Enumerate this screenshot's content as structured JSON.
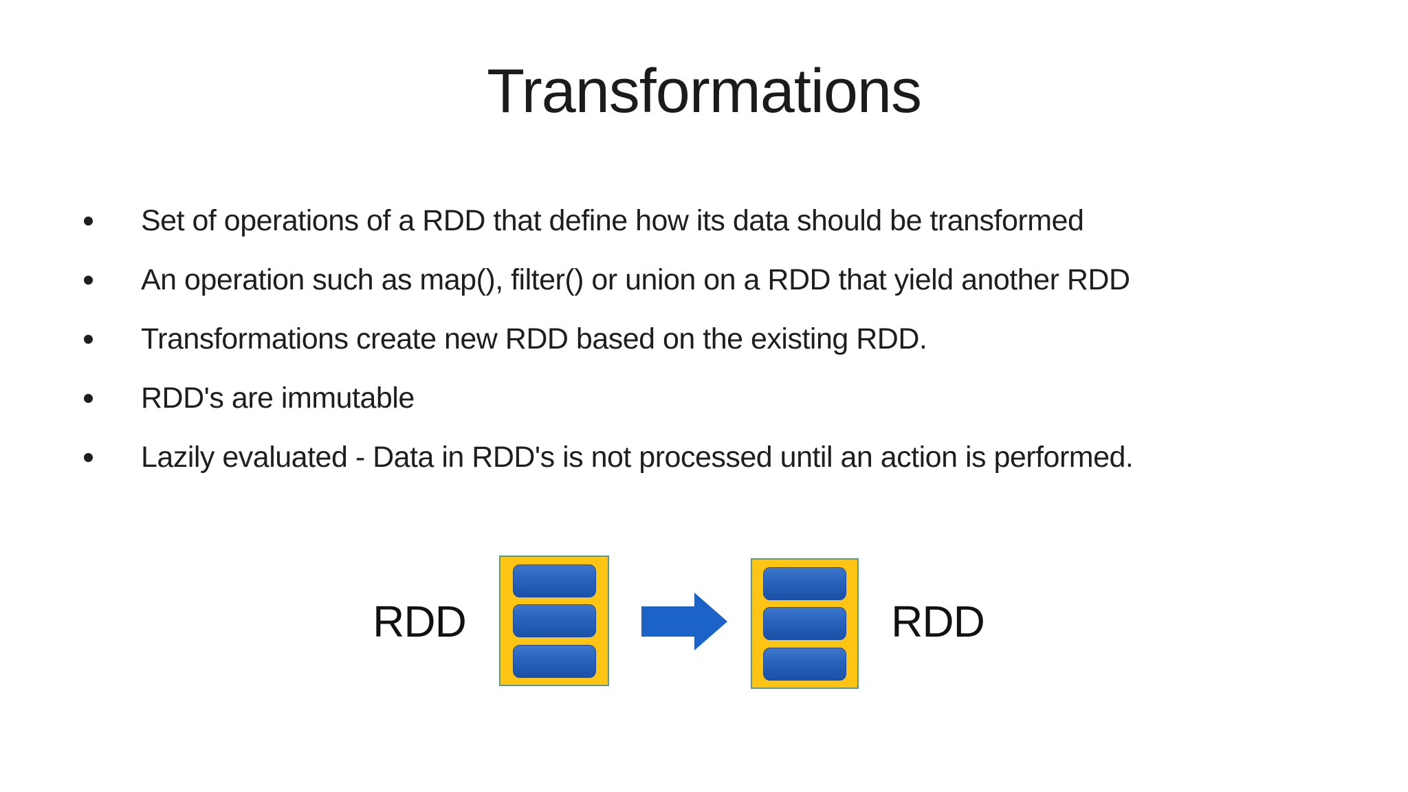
{
  "slide": {
    "title": "Transformations",
    "bullets": [
      "Set of operations of a RDD that define how its data should be transformed",
      "An operation such as map(), filter() or union on a RDD that yield another RDD",
      "Transformations create new RDD based on the existing RDD.",
      "RDD's are immutable",
      "Lazily evaluated - Data in RDD's is not processed until an action is performed."
    ],
    "diagram": {
      "left_label": "RDD",
      "right_label": "RDD",
      "partitions_per_rdd": 3,
      "colors": {
        "box_yellow": "#FFC414",
        "box_border": "#57998D",
        "partition_blue_top": "#3E77CC",
        "partition_blue_bottom": "#1C51A6",
        "arrow_blue": "#1C63C7"
      }
    }
  }
}
